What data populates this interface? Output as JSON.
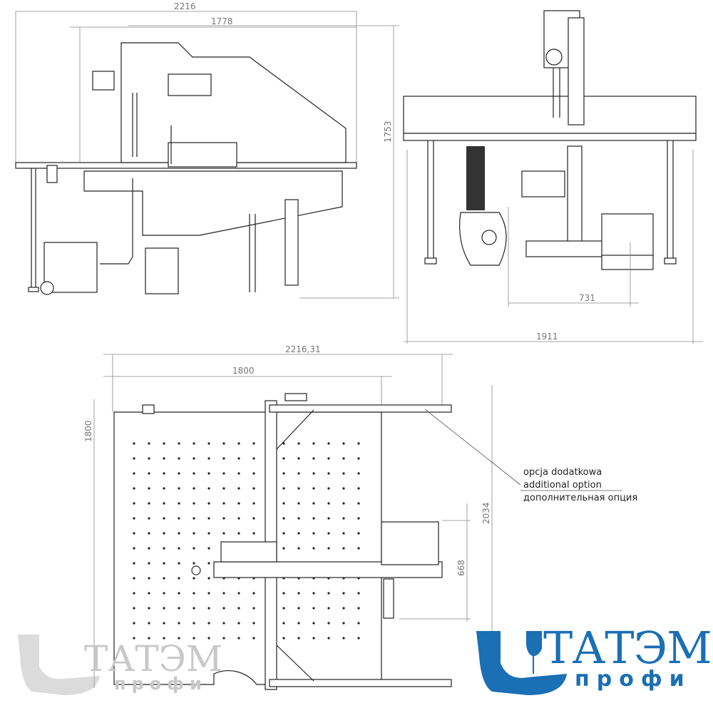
{
  "dimensions": {
    "side_view": {
      "overall_length": "2216",
      "table_length": "1778",
      "height": "1753"
    },
    "front_view": {
      "inner_width": "731",
      "overall_width": "1911"
    },
    "top_view": {
      "overall_length": "2216,31",
      "table_length": "1800",
      "table_depth": "1800",
      "overall_depth": "2034",
      "module_depth": "668"
    }
  },
  "annotation": {
    "line_pl": "opcja dodatkowa",
    "line_en": "additional option",
    "line_ru": "дополнительная опция"
  },
  "logo": {
    "name": "ТАТЭМ",
    "subtitle": "профи",
    "color": "#1a6fb5",
    "watermark_color": "#c8c8c8"
  }
}
